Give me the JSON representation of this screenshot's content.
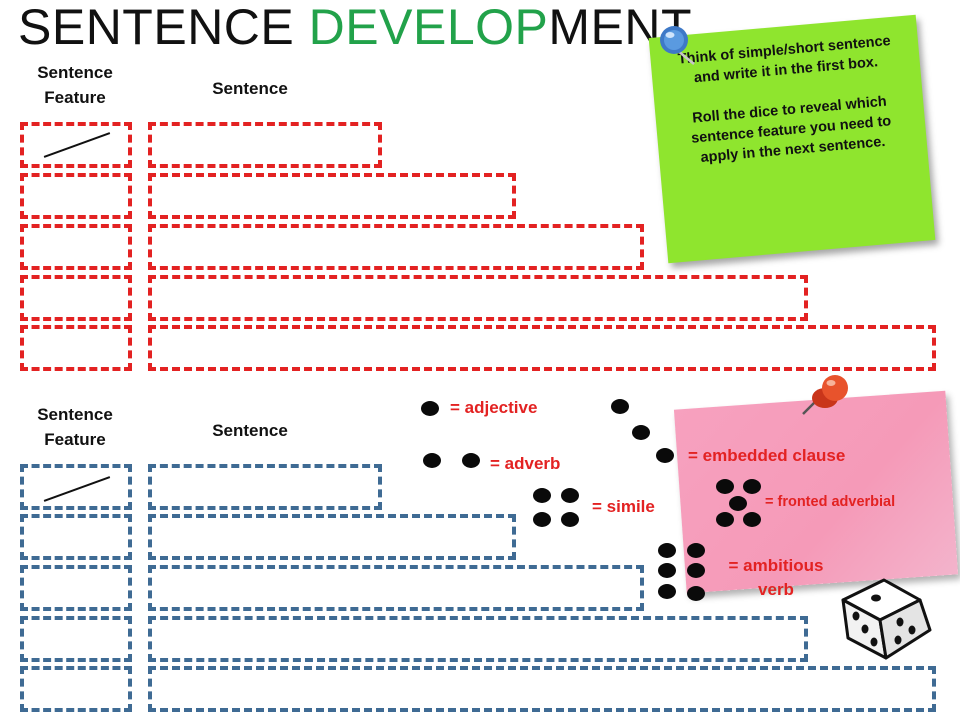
{
  "title": {
    "part1": "SENTENCE ",
    "part2": "DEVELOP",
    "part3": "MENT"
  },
  "red_section": {
    "feature_heading": "Sentence\nFeature",
    "sentence_heading": "Sentence"
  },
  "blue_section": {
    "feature_heading": "Sentence\nFeature",
    "sentence_heading": "Sentence"
  },
  "instructions": {
    "para1": "Think of simple/short sentence and write it in the first box.",
    "para2": "Roll the dice to reveal which sentence feature you need to apply in the next sentence."
  },
  "dice_key": [
    {
      "pips": 1,
      "label": "= adjective"
    },
    {
      "pips": 2,
      "label": "= adverb"
    },
    {
      "pips": 3,
      "label": "= embedded clause"
    },
    {
      "pips": 4,
      "label": "= simile"
    },
    {
      "pips": 5,
      "label": "= fronted adverbial"
    },
    {
      "pips": 6,
      "label": "= ambitious verb"
    }
  ],
  "colors": {
    "title_accent": "#22a24a",
    "red_boxes": "#e32222",
    "blue_boxes": "#3f6b94",
    "key_text": "#e32222",
    "green_note": "#8fe52e",
    "pink_note": "#f59ab8"
  },
  "icons": [
    "blue-pushpin-icon",
    "red-pushpin-icon",
    "dice-icon"
  ]
}
